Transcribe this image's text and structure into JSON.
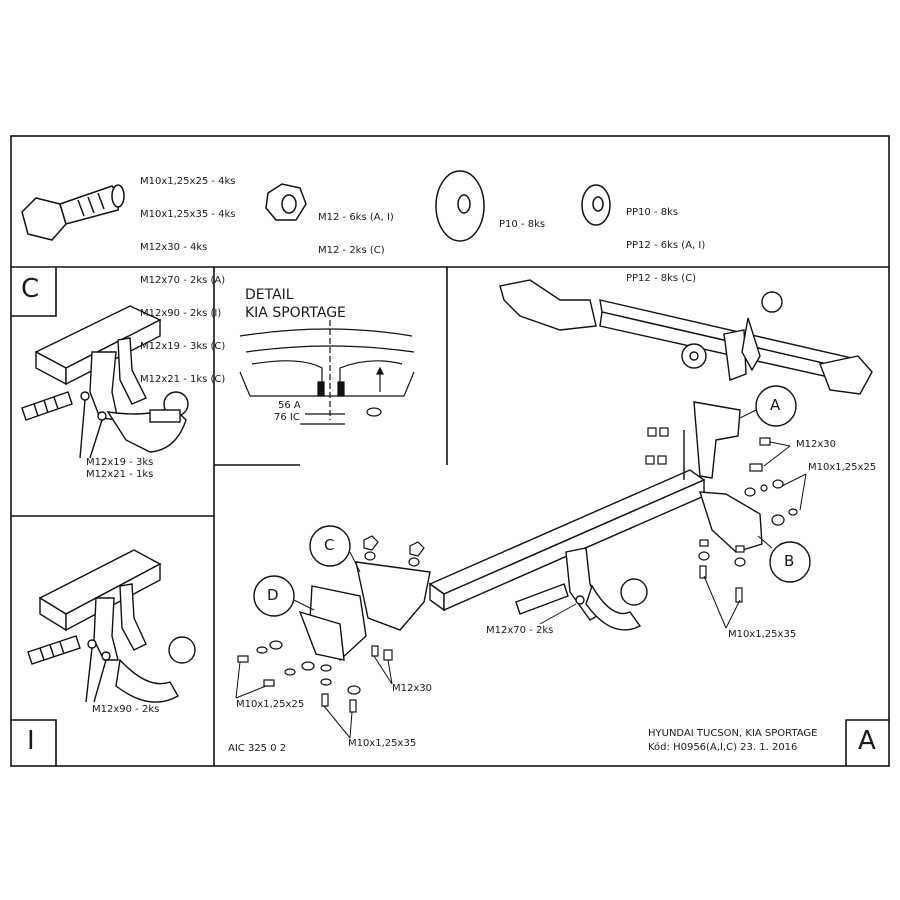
{
  "hardware": {
    "bolt_lines": [
      "M10x1,25x25 - 4ks",
      "M10x1,25x35 - 4ks",
      "M12x30 - 4ks",
      "M12x70 - 2ks (A)",
      "M12x90 - 2ks (I)",
      "M12x19 - 3ks (C)",
      "M12x21 - 1ks (C)"
    ],
    "nut_lines": [
      "M12 - 6ks (A, I)",
      "M12 - 2ks (C)"
    ],
    "washer_p_lines": [
      "P10 - 8ks"
    ],
    "washer_pp_lines": [
      "PP10 - 8ks",
      "PP12 - 6ks (A, I)",
      "PP12 - 8ks (C)"
    ]
  },
  "variant_c": {
    "letter": "C",
    "labels": [
      "M12x19 - 3ks",
      "M12x21 - 1ks"
    ]
  },
  "detail": {
    "title": "DETAIL",
    "subtitle": "KIA SPORTAGE",
    "dim_a": "56 A",
    "dim_ic": "76 IC"
  },
  "variant_i": {
    "letter": "I",
    "label": "M12x90 - 2ks"
  },
  "main": {
    "callouts": [
      "A",
      "B",
      "C",
      "D"
    ],
    "labels": {
      "m12x30_right": "M12x30",
      "m10x125x25_right": "M10x1,25x25",
      "m10x125x35_right": "M10x1,25x35",
      "m12x70": "M12x70 - 2ks",
      "m12x30_left": "M12x30",
      "m10x125x25_left": "M10x1,25x25",
      "m10x125x35_left": "M10x1,25x35"
    },
    "variant_letter": "A"
  },
  "footer": {
    "code_left": "AIC 325 0 2",
    "vehicle": "HYUNDAI TUCSON, KIA SPORTAGE",
    "code": "Kód: H0956(A,I,C)  23. 1. 2016"
  }
}
